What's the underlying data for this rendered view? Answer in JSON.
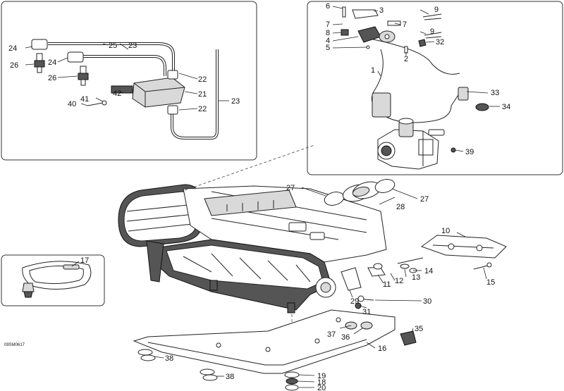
{
  "diagram_code": "09SM0617",
  "callouts": {
    "c1": "1",
    "c2": "2",
    "c3": "3",
    "c4": "4",
    "c5": "5",
    "c6": "6",
    "c7a": "7",
    "c7b": "7",
    "c8": "8",
    "c9a": "9",
    "c9b": "9",
    "c10": "10",
    "c11": "11",
    "c12": "12",
    "c13": "13",
    "c14": "14",
    "c15": "15",
    "c16": "16",
    "c17": "17",
    "c18": "18",
    "c19": "19",
    "c20": "20",
    "c21": "21",
    "c22a": "22",
    "c22b": "22",
    "c23a": "23",
    "c23b": "23",
    "c24a": "24",
    "c24b": "24",
    "c25": "25",
    "c26a": "26",
    "c26b": "26",
    "c27a": "27",
    "c27b": "27",
    "c28": "28",
    "c29": "29",
    "c30": "30",
    "c31": "31",
    "c32": "32",
    "c33": "33",
    "c34": "34",
    "c35": "35",
    "c36": "36",
    "c37": "37",
    "c38a": "38",
    "c38b": "38",
    "c39": "39",
    "c40": "40",
    "c41": "41",
    "c42": "42"
  }
}
